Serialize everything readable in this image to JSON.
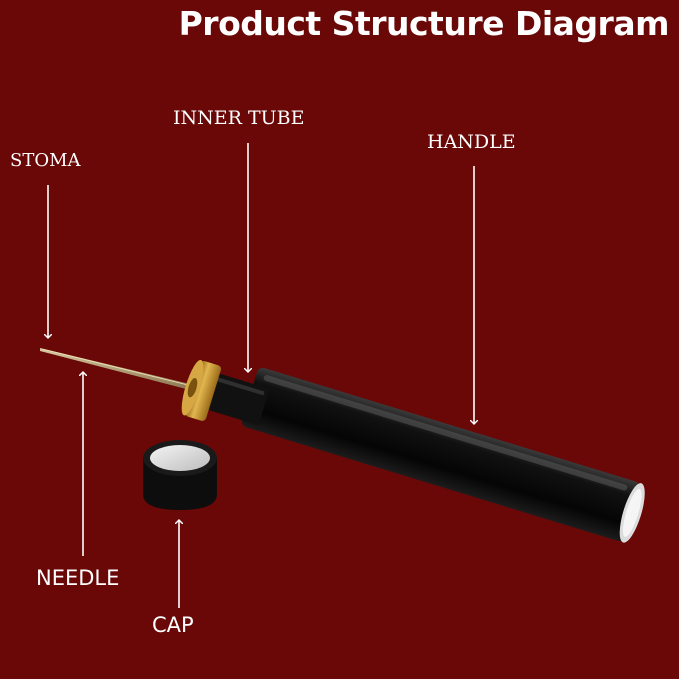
{
  "title": "Product Structure Diagram",
  "labels": {
    "stoma": "STOMA",
    "inner_tube": "INNER TUBE",
    "handle": "HANDLE",
    "needle": "NEEDLE",
    "cap": "CAP"
  },
  "colors": {
    "background": "#6a0707",
    "text": "#ffffff",
    "handle_body": "#0b0b0b",
    "brass_ring": "#c89a2e"
  }
}
